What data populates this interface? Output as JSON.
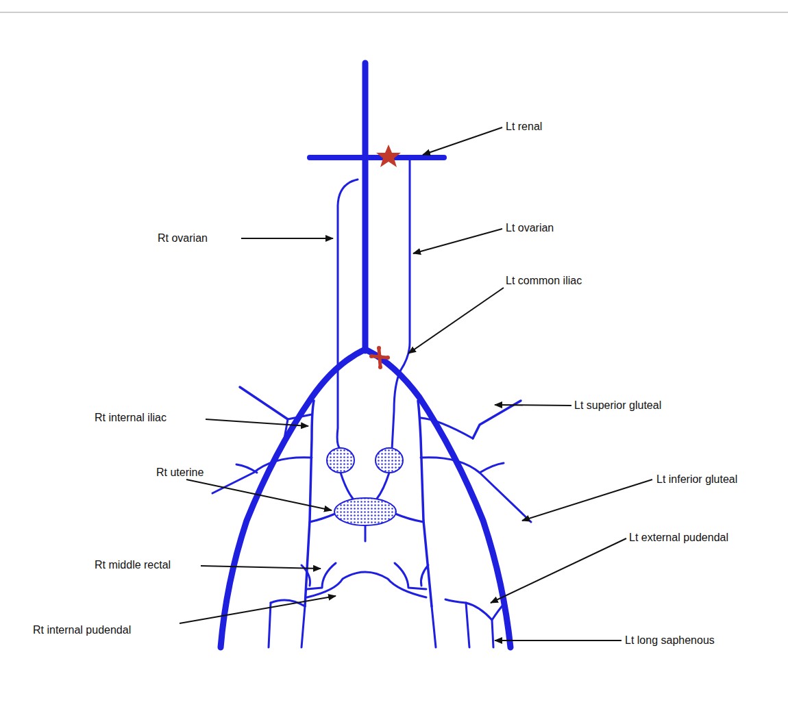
{
  "diagram": {
    "labels": [
      "Lt renal",
      "Rt ovarian",
      "Lt ovarian",
      "Lt common iliac",
      "Rt internal iliac",
      "Lt superior gluteal",
      "Rt uterine",
      "Lt inferior gluteal",
      "Rt middle rectal",
      "Lt external pudendal",
      "Rt internal pudendal",
      "Lt long saphenous"
    ]
  }
}
